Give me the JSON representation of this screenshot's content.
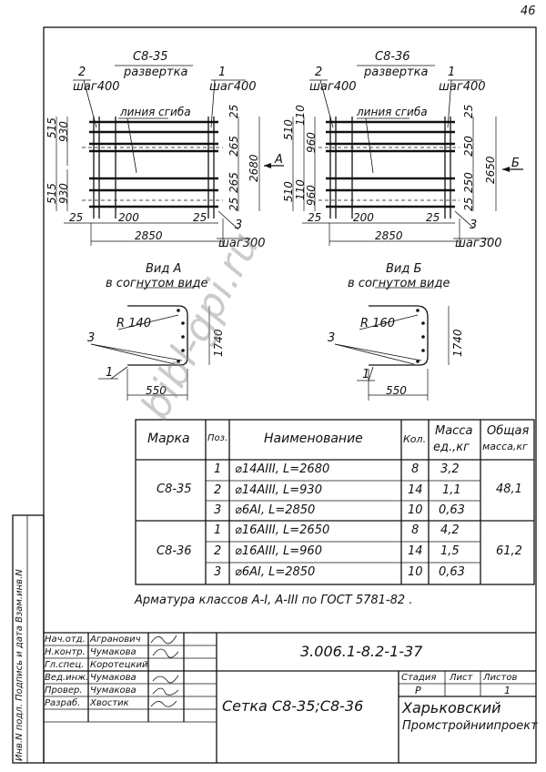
{
  "page_number": "46",
  "views": {
    "c835": {
      "title": "С8-35",
      "subtitle": "развертка",
      "pos2": "2",
      "step2": "шаг400",
      "pos1": "1",
      "step1": "шаг400",
      "bend_line": "линия сгиба",
      "d515a": "515",
      "d930a": "930",
      "d515b": "515",
      "d930b": "930",
      "d25t": "25",
      "d265a": "265",
      "d265b": "265",
      "d25b": "25",
      "d2680": "2680",
      "arrow": "А",
      "d25l": "25",
      "d200": "200",
      "d25r": "25",
      "pos3": "3",
      "d2850": "2850",
      "step3": "шаг300"
    },
    "c836": {
      "title": "С8-36",
      "subtitle": "развертка",
      "pos2": "2",
      "step2": "шаг400",
      "pos1": "1",
      "step1": "шаг400",
      "bend_line": "линия сгиба",
      "d510a": "510",
      "d110a": "110",
      "d960a": "960",
      "d510b": "510",
      "d110b": "110",
      "d960b": "960",
      "d25t": "25",
      "d250a": "250",
      "d250b": "250",
      "d25b": "25",
      "d2650": "2650",
      "arrow": "Б",
      "d25l": "25",
      "d200": "200",
      "d25r": "25",
      "pos3": "3",
      "d2850": "2850",
      "step3": "шаг300"
    },
    "vidA": {
      "title": "Вид А",
      "subtitle": "в согнутом виде",
      "radius": "R 140",
      "height": "1740",
      "width": "550",
      "pos3": "3",
      "pos1": "1"
    },
    "vidB": {
      "title": "Вид Б",
      "subtitle": "в согнутом виде",
      "radius": "R 160",
      "height": "1740",
      "width": "550",
      "pos3": "3",
      "pos1": "1"
    }
  },
  "spec_table": {
    "headers": {
      "mark": "Марка",
      "pos": "Поз.",
      "name": "Наименование",
      "qty": "Кол.",
      "mass1": "Масса",
      "mass2": "ед.,кг",
      "total1": "Общая",
      "total2": "масса,кг"
    },
    "groups": [
      {
        "mark": "С8-35",
        "total": "48,1",
        "rows": [
          {
            "pos": "1",
            "name": "⌀14AIII,  L=2680",
            "qty": "8",
            "mass": "3,2"
          },
          {
            "pos": "2",
            "name": "⌀14AIII,  L=930",
            "qty": "14",
            "mass": "1,1"
          },
          {
            "pos": "3",
            "name": "⌀6AI,    L=2850",
            "qty": "10",
            "mass": "0,63"
          }
        ]
      },
      {
        "mark": "С8-36",
        "total": "61,2",
        "rows": [
          {
            "pos": "1",
            "name": "⌀16AIII,  L=2650",
            "qty": "8",
            "mass": "4,2"
          },
          {
            "pos": "2",
            "name": "⌀16AIII,  L=960",
            "qty": "14",
            "mass": "1,5"
          },
          {
            "pos": "3",
            "name": "⌀6AI,    L=2850",
            "qty": "10",
            "mass": "0,63"
          }
        ]
      }
    ]
  },
  "note": "Арматура классов А-I, А-III по ГОСТ 5781-82 .",
  "side_strip": "Инв.N подл.    Подпись и дата    Взам.инв.N",
  "title_block": {
    "roles": [
      {
        "role": "Нач.отд.",
        "name": "Агранович"
      },
      {
        "role": "Н.контр.",
        "name": "Чумакова"
      },
      {
        "role": "Гл.спец.",
        "name": "Коротецкий"
      },
      {
        "role": "Вед.инж.",
        "name": "Чумакова"
      },
      {
        "role": "Провер.",
        "name": "Чумакова"
      },
      {
        "role": "Разраб.",
        "name": "Хвостик"
      }
    ],
    "code": "3.006.1-8.2-1-37",
    "stage_label": "Стадия",
    "sheet_label": "Лист",
    "sheets_label": "Листов",
    "stage": "Р",
    "sheets": "1",
    "title": "Сетка  С8-35;С8-36",
    "org1": "Харьковский",
    "org2": "Промстройниипроект"
  },
  "watermark": "bibl-gpi.ru"
}
